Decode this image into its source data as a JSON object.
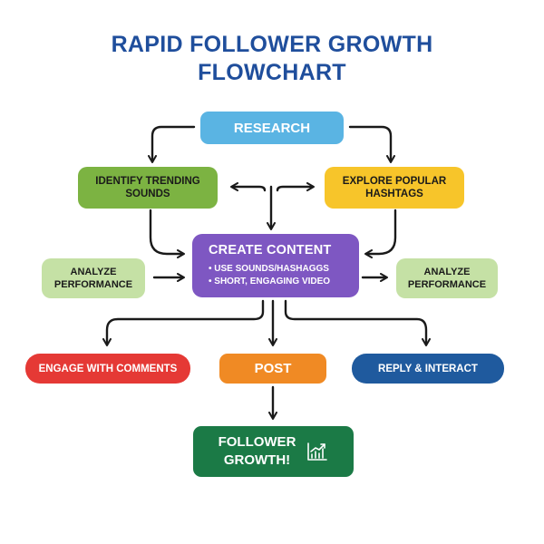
{
  "title": {
    "line1": "RAPID FOLLOWER GROWTH",
    "line2": "FLOWCHART"
  },
  "nodes": {
    "research": "RESEARCH",
    "identify_trending": {
      "line1": "IDENTIFY TRENDING",
      "line2": "SOUNDS"
    },
    "explore_hashtags": {
      "line1": "EXPLORE POPULAR",
      "line2": "HASHTAGS"
    },
    "create_content": {
      "title": "CREATE CONTENT",
      "bullets": [
        "• USE SOUNDS/HASHAGGS",
        "• SHORT, ENGAGING VIDEO"
      ]
    },
    "analyze_left": {
      "line1": "ANALYZE",
      "line2": "PERFORMANCE"
    },
    "analyze_right": {
      "line1": "ANALYZE",
      "line2": "PERFORMANCE"
    },
    "engage": "ENGAGE WITH COMMENTS",
    "post": "POST",
    "reply": "REPLY & INTERACT",
    "growth": {
      "line1": "FOLLOWER",
      "line2": "GROWTH!",
      "icon": "growth-chart-icon"
    }
  },
  "colors": {
    "title": "#1f4e9c",
    "research": "#5ab4e3",
    "identify_trending": "#7cb342",
    "explore_hashtags": "#f7c52a",
    "create_content": "#7e57c2",
    "analyze": "#c5e1a5",
    "engage": "#e53935",
    "post": "#f08a24",
    "reply": "#1f5a9e",
    "growth": "#1b7a46",
    "arrow": "#1a1a1a"
  }
}
